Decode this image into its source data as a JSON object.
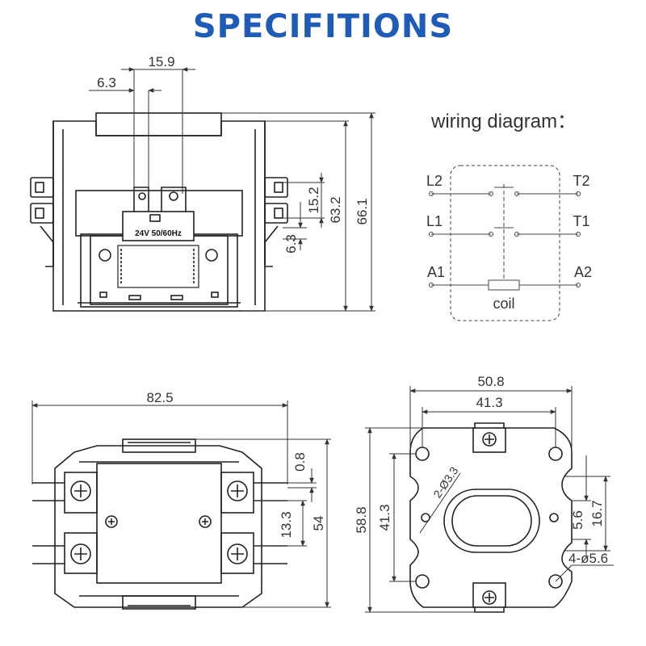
{
  "title": "SPECIFITIONS",
  "front_view": {
    "dim_width_top": "15.9",
    "dim_terminal": "6.3",
    "dim_tab_spacing": "15.2",
    "dim_height_inner": "63.2",
    "dim_height_total": "66.1",
    "dim_tab_width": "6.3",
    "coil_label": "24V  50/60Hz"
  },
  "wiring": {
    "title": "wiring diagram：",
    "L2": "L2",
    "T2": "T2",
    "L1": "L1",
    "T1": "T1",
    "A1": "A1",
    "A2": "A2",
    "coil": "coil"
  },
  "top_view": {
    "dim_width": "82.5",
    "dim_gap": "0.8",
    "dim_height": "54",
    "dim_pitch": "13.3"
  },
  "mount_view": {
    "dim_width": "50.8",
    "dim_hole_spacing_x": "41.3",
    "dim_height": "58.8",
    "dim_hole_spacing_y": "41.3",
    "dim_small_holes": "2-Ø3.3",
    "dim_slot": "5.6",
    "dim_slot_pitch": "16.7",
    "dim_mount_holes": "4-ø5.6"
  }
}
